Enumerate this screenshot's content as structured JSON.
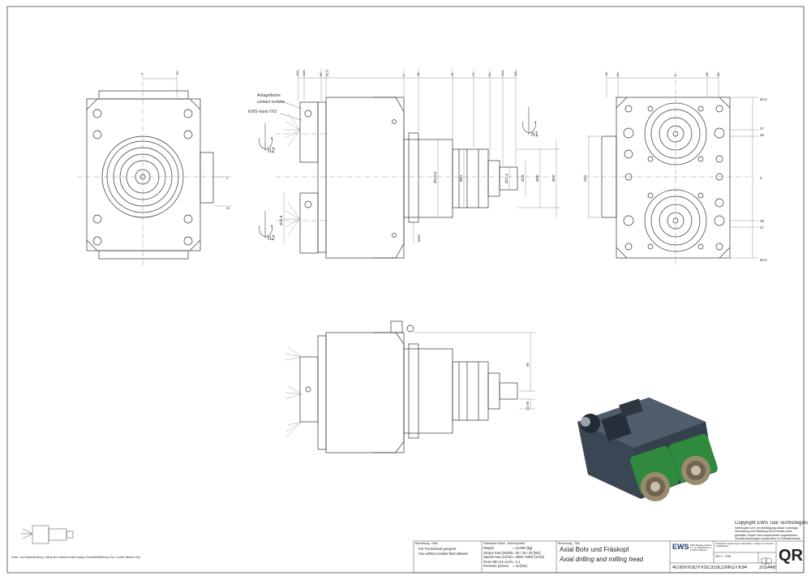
{
  "views": {
    "front_top_dims": [
      "0",
      "35"
    ],
    "front_side_dims": [
      "0",
      "29"
    ],
    "side_top_dims": [
      "109",
      "105",
      "85",
      "81,5",
      "0",
      "15",
      "49",
      "72",
      "90",
      "103",
      "115"
    ],
    "side_labels": {
      "contact_de": "Anlagefläche",
      "contact_en": "contact surface",
      "varia": "EWS-Varia VX3",
      "n1": "n1",
      "n2_top": "n2",
      "n2_bottom": "n2"
    },
    "side_diameters": [
      "Ø119,5",
      "Ø61",
      "Ø27,5",
      "Ø28",
      "Ø60",
      "Ø80"
    ],
    "side_misc": [
      "Ø44,8",
      "M10"
    ],
    "rear_top_dims": [
      "73",
      "60",
      "0",
      "46",
      "60"
    ],
    "rear_right_dims": [
      "82,5",
      "47",
      "46",
      "0",
      "46",
      "47",
      "82,5"
    ],
    "rear_left_dim": "(94)",
    "bottom_view_dims": [
      "60",
      "12,95"
    ]
  },
  "copyright": {
    "line1": "Copyright EWS Tool Technologies",
    "line2": "Weitergabe und Vervielfältigung dieser Unterlage, Verwertung und Mitteilung ihres Inhalts nicht gestattet, soweit nicht ausdrücklich zugestanden. Zuwiderhandlungen verpflichten zu Schadenersatz."
  },
  "legend_note": "Innen- und Aussenkühlung / Inside and outside coolant supply. Kuehlmittelfilterung 20µ / coolant filtration 20µ",
  "title_block": {
    "remark_header": "Bemerkung - Note",
    "remark_1": "Für Trockenlauf geeignet",
    "remark_2": "Use without coolant fluid allowed",
    "tech_header": "Technische Daten - technical data",
    "tech_rows": [
      {
        "label": "Weight",
        "value": "= 12.850 [kg]"
      },
      {
        "label": "Torque max (M1/M2)",
        "value": "= 50 / 25 / 25 [Nm]"
      },
      {
        "label": "Speed max (n1/n2)",
        "value": "= 6000 / 6000 [1/min]"
      },
      {
        "label": "Gear ratio (i1=n1/n2)",
        "value": "= 1:1"
      },
      {
        "label": "Pressure (pmax)",
        "value": "= 10 [bar]"
      }
    ],
    "desc_header": "Benennung - Title",
    "title_de": "Axial Bohr und Fräskopf",
    "title_en": "Axial drilling and milling head",
    "logo": "EWS",
    "company_note": "EWS Weigele GmbH & Co. KG, Maybachstr. 1, D-73072 Uhingen",
    "rev_note": "Technische Änderungen vorbehalten / subject to technical modifications",
    "iso": "ISO 1 - 2768",
    "part_number": "40.80VX3DYVSC315CDIIKOTK94",
    "drawing_no": "201448",
    "qr": "QR"
  }
}
